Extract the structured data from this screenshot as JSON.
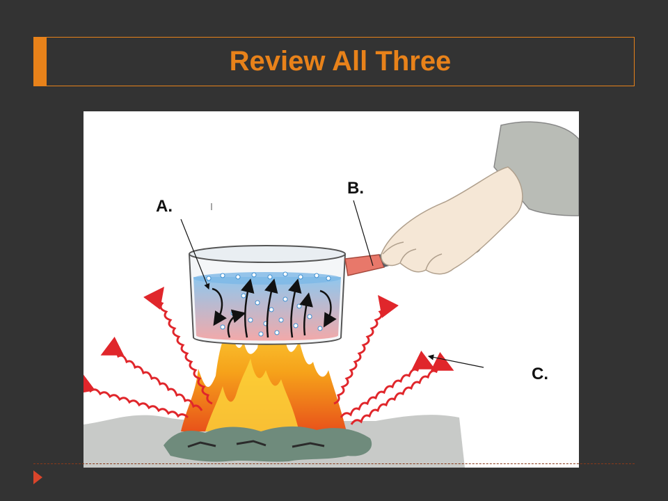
{
  "slide": {
    "title": "Review All Three"
  },
  "diagram": {
    "labels": {
      "a": "A.",
      "b": "B.",
      "c": "C."
    },
    "colors": {
      "accent": "#e8821a",
      "background": "#333333",
      "wave": "#e0262b",
      "water_top": "#8fc7ee",
      "water_bottom": "#f2a9a9",
      "flame": "#f6a21a",
      "coal": "#6f8b7c"
    }
  }
}
